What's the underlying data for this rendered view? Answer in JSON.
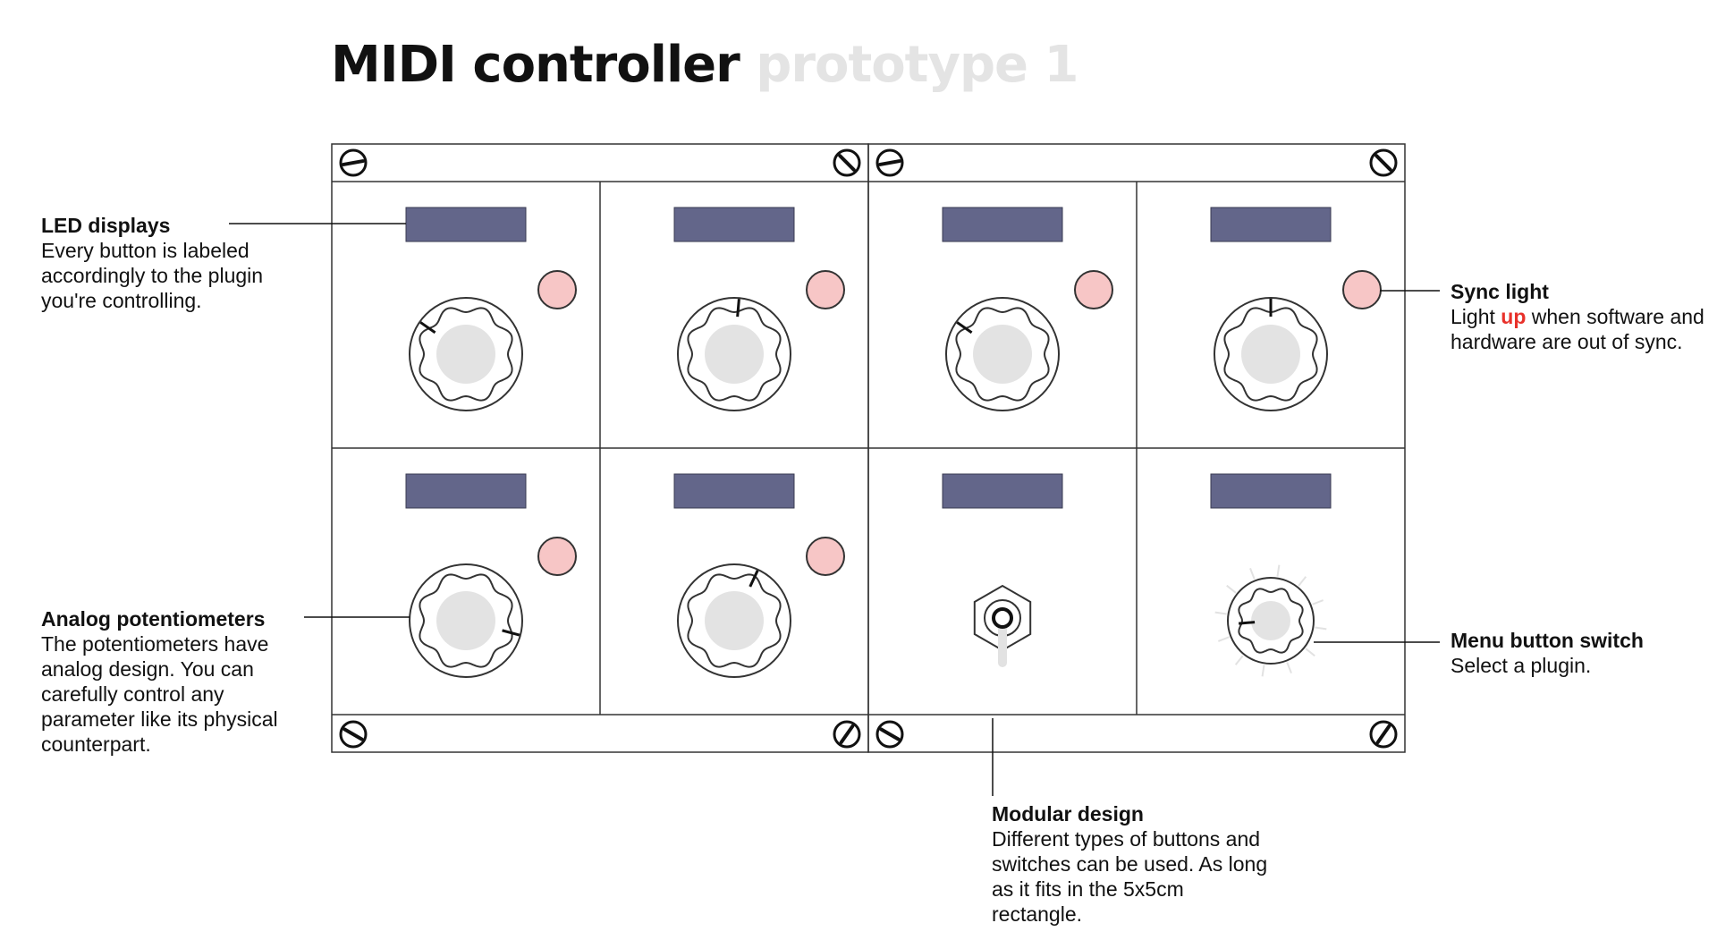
{
  "title": {
    "main": "MIDI controller",
    "sub": "prototype 1"
  },
  "annotations": {
    "led_displays": {
      "title": "LED displays",
      "body": "Every button is labeled accordingly to the plugin you're controlling."
    },
    "analog_potentiometers": {
      "title": "Analog potentiometers",
      "body": "The potentiometers have analog design. You can carefully control any parameter like its physical counterpart."
    },
    "sync_light": {
      "title": "Sync light",
      "body_before": "Light ",
      "body_highlight": "up",
      "body_after": " when software and hardware are out of sync."
    },
    "menu_button_switch": {
      "title": "Menu button switch",
      "body": "Select a plugin."
    },
    "modular_design": {
      "title": "Modular design",
      "body": "Different types of buttons and switches can be used. As long as it fits in the 5x5cm rectangle."
    }
  },
  "modules": [
    {
      "type": "knob",
      "indicator_angle_deg": -55,
      "has_sync_light": true
    },
    {
      "type": "knob",
      "indicator_angle_deg": 5,
      "has_sync_light": true
    },
    {
      "type": "knob",
      "indicator_angle_deg": -55,
      "has_sync_light": true
    },
    {
      "type": "knob",
      "indicator_angle_deg": 0,
      "has_sync_light": true
    },
    {
      "type": "knob",
      "indicator_angle_deg": 105,
      "has_sync_light": true
    },
    {
      "type": "knob",
      "indicator_angle_deg": 25,
      "has_sync_light": true
    },
    {
      "type": "toggle-switch",
      "has_sync_light": false
    },
    {
      "type": "menu-button",
      "indicator_angle_deg": -95,
      "has_sync_light": false
    }
  ],
  "colors": {
    "led_display": "#63668a",
    "sync_light": "#f7c6c6",
    "knob_cap": "#e3e3e3",
    "highlight": "#e8312a",
    "subtitle": "#e4e4e4"
  }
}
